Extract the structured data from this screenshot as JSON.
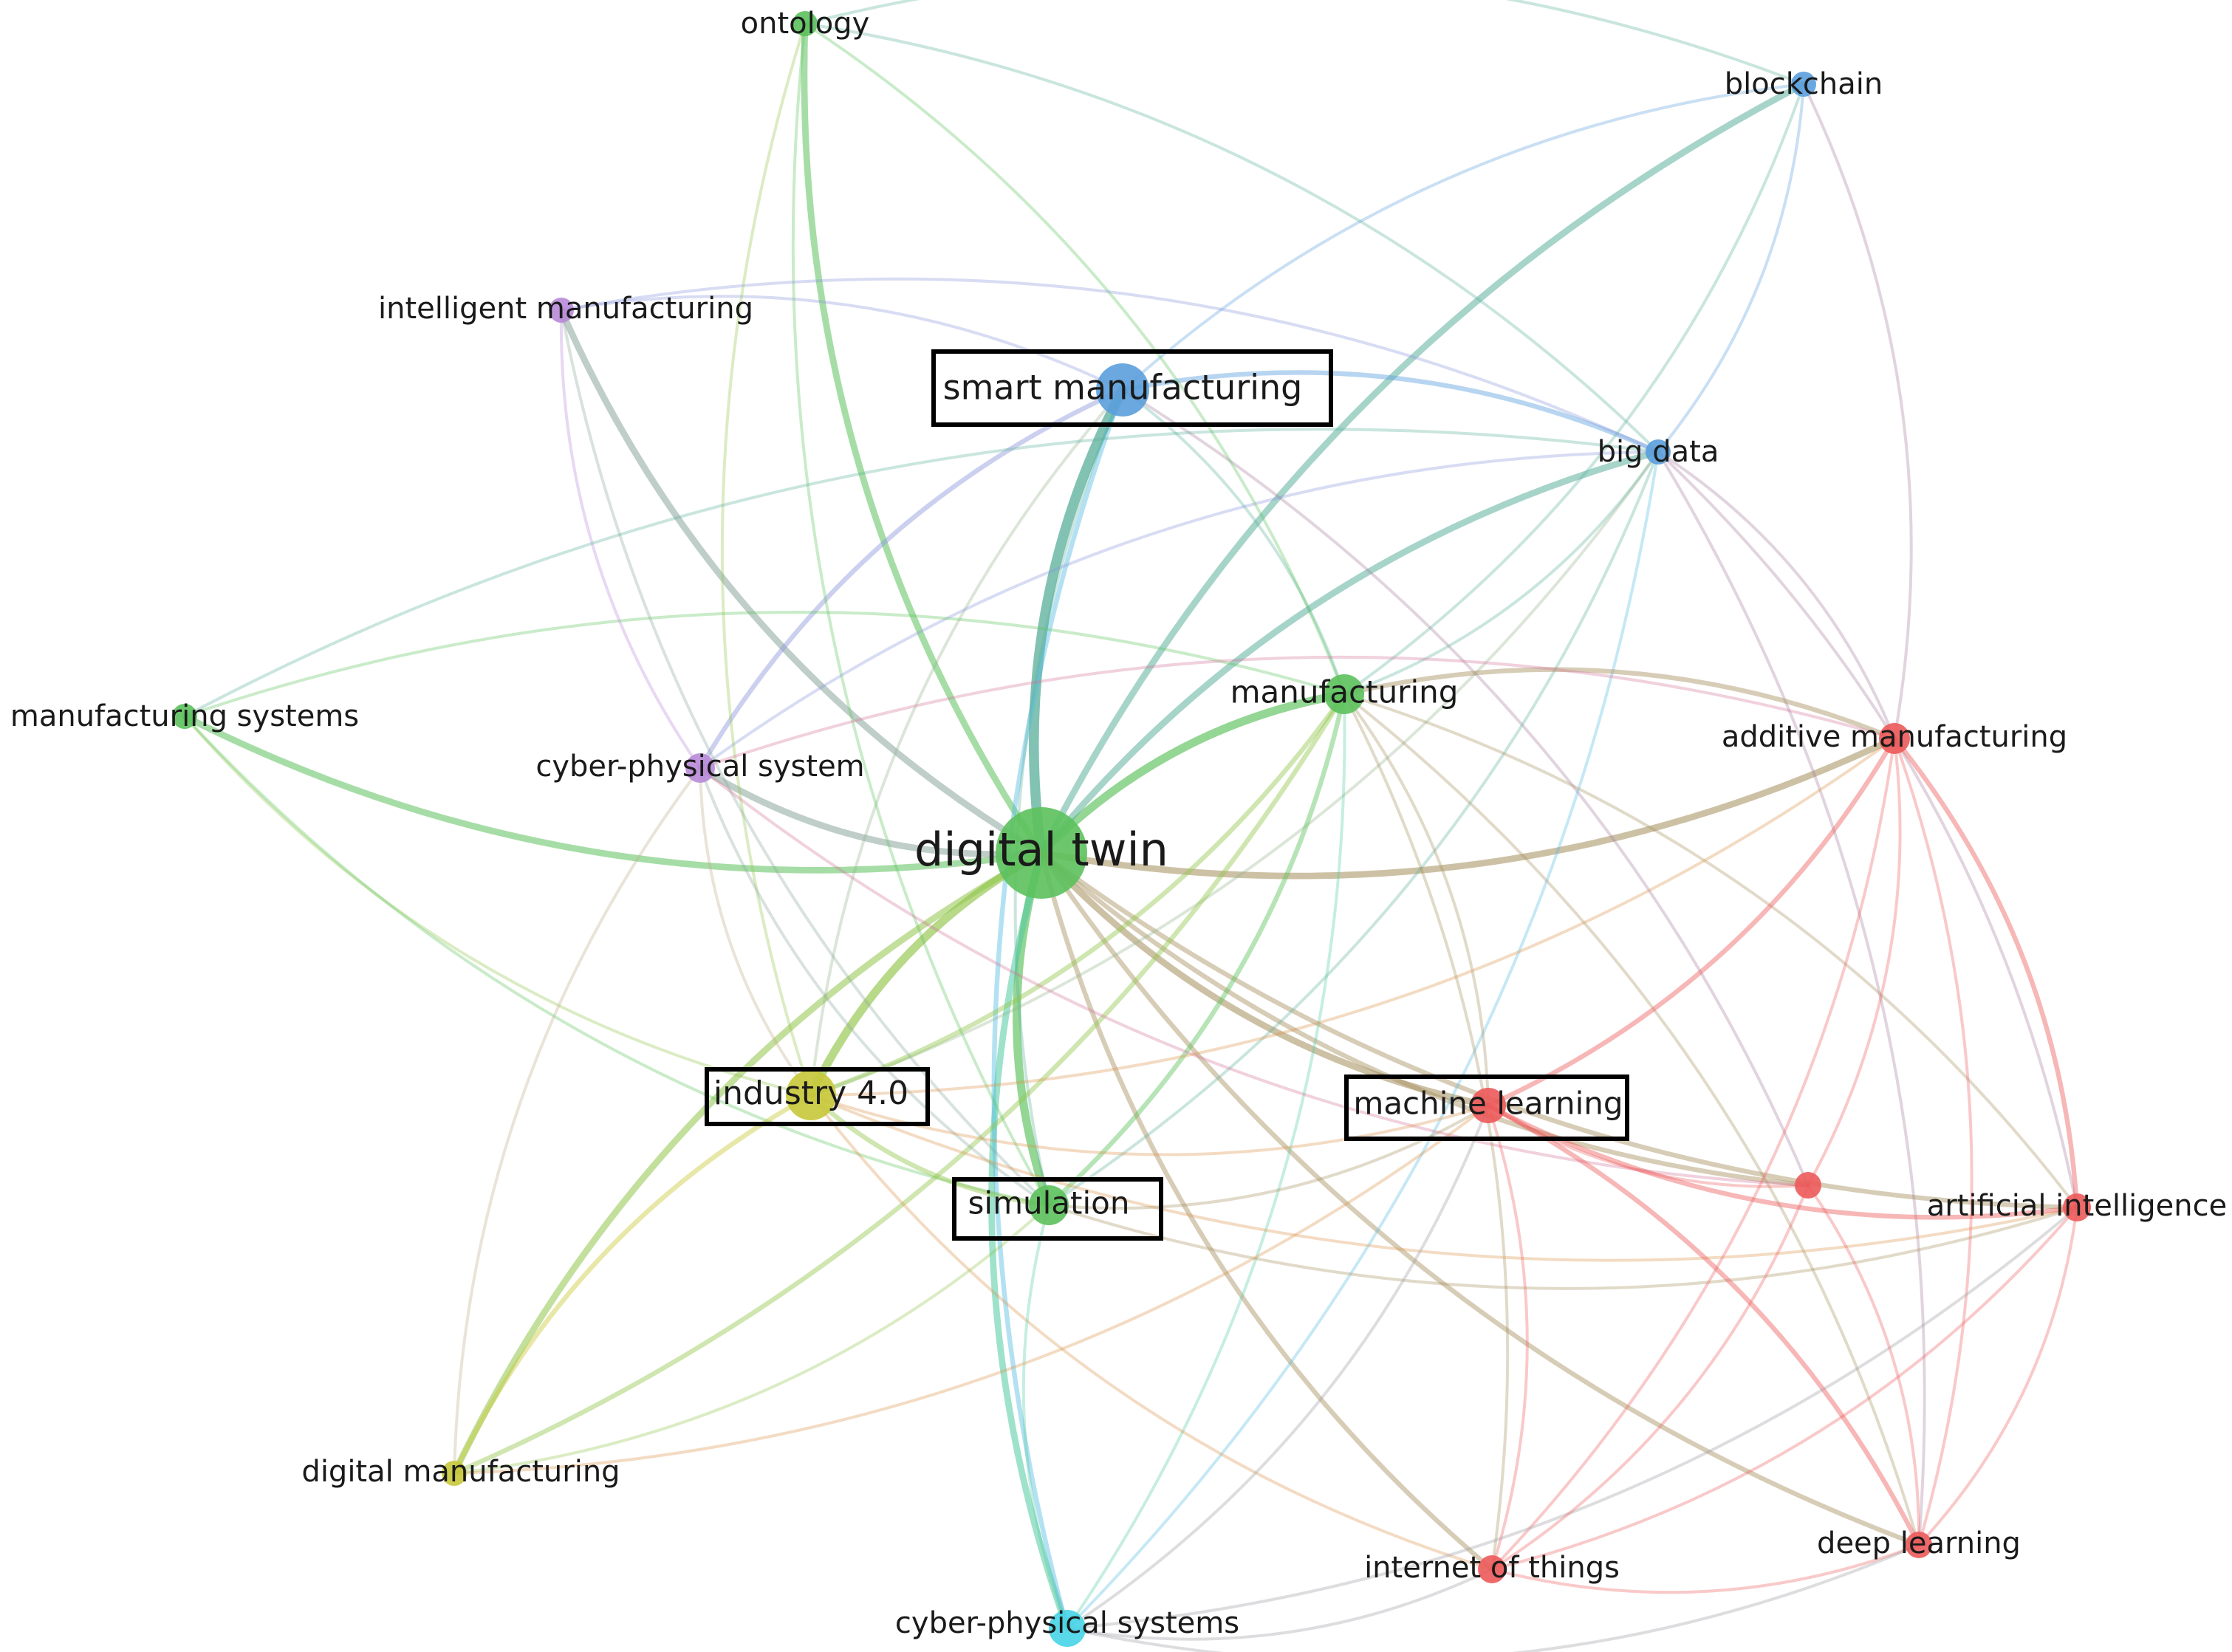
{
  "diagram": {
    "type": "keyword co-occurrence network",
    "highlighted": [
      "smart manufacturing",
      "industry 4.0",
      "machine learning",
      "simulation"
    ],
    "clusters": {
      "green": "#5cc15c",
      "blue": "#5b9fdc",
      "red": "#ec5a5a",
      "purple": "#b88ad8",
      "yellow": "#c8c83a",
      "cyan": "#46d4e6"
    },
    "nodes": [
      {
        "id": "digital-twin",
        "label": "digital twin",
        "cluster": "green",
        "weight": 10
      },
      {
        "id": "smart-manufacturing",
        "label": "smart manufacturing",
        "cluster": "blue",
        "weight": 5
      },
      {
        "id": "industry-4-0",
        "label": "industry 4.0",
        "cluster": "yellow",
        "weight": 5
      },
      {
        "id": "manufacturing",
        "label": "manufacturing",
        "cluster": "green",
        "weight": 4
      },
      {
        "id": "simulation",
        "label": "simulation",
        "cluster": "green",
        "weight": 4
      },
      {
        "id": "machine-learning",
        "label": "machine learning",
        "cluster": "red",
        "weight": 3
      },
      {
        "id": "ontology",
        "label": "ontology",
        "cluster": "green",
        "weight": 2
      },
      {
        "id": "blockchain",
        "label": "blockchain",
        "cluster": "blue",
        "weight": 2
      },
      {
        "id": "intelligent-manufacturing",
        "label": "intelligent manufacturing",
        "cluster": "purple",
        "weight": 2
      },
      {
        "id": "big-data",
        "label": "big data",
        "cluster": "blue",
        "weight": 2
      },
      {
        "id": "manufacturing-systems",
        "label": "manufacturing systems",
        "cluster": "green",
        "weight": 2
      },
      {
        "id": "cyber-physical-system",
        "label": "cyber-physical system",
        "cluster": "purple",
        "weight": 2
      },
      {
        "id": "additive-manufacturing",
        "label": "additive manufacturing",
        "cluster": "red",
        "weight": 3
      },
      {
        "id": "unlabeled-red",
        "label": "",
        "cluster": "red",
        "weight": 2
      },
      {
        "id": "artificial-intelligence",
        "label": "artificial intelligence",
        "cluster": "red",
        "weight": 2
      },
      {
        "id": "digital-manufacturing",
        "label": "digital manufacturing",
        "cluster": "yellow",
        "weight": 2
      },
      {
        "id": "internet-of-things",
        "label": "internet of things",
        "cluster": "red",
        "weight": 2
      },
      {
        "id": "deep-learning",
        "label": "deep learning",
        "cluster": "red",
        "weight": 2
      },
      {
        "id": "cyber-physical-systems",
        "label": "cyber-physical systems",
        "cluster": "cyan",
        "weight": 3
      }
    ],
    "edges": [
      {
        "source": "digital-twin",
        "target": "smart-manufacturing",
        "strength": 5
      },
      {
        "source": "digital-twin",
        "target": "manufacturing",
        "strength": 4
      },
      {
        "source": "digital-twin",
        "target": "industry-4-0",
        "strength": 4
      },
      {
        "source": "digital-twin",
        "target": "simulation",
        "strength": 4
      },
      {
        "source": "digital-twin",
        "target": "manufacturing-systems",
        "strength": 3
      },
      {
        "source": "digital-twin",
        "target": "ontology",
        "strength": 3
      },
      {
        "source": "digital-twin",
        "target": "blockchain",
        "strength": 3
      },
      {
        "source": "digital-twin",
        "target": "big-data",
        "strength": 3
      },
      {
        "source": "digital-twin",
        "target": "cyber-physical-system",
        "strength": 3
      },
      {
        "source": "digital-twin",
        "target": "intelligent-manufacturing",
        "strength": 3
      },
      {
        "source": "digital-twin",
        "target": "cyber-physical-systems",
        "strength": 3
      },
      {
        "source": "digital-twin",
        "target": "digital-manufacturing",
        "strength": 3
      },
      {
        "source": "digital-twin",
        "target": "machine-learning",
        "strength": 3
      },
      {
        "source": "digital-twin",
        "target": "additive-manufacturing",
        "strength": 3
      },
      {
        "source": "digital-twin",
        "target": "artificial-intelligence",
        "strength": 2
      },
      {
        "source": "digital-twin",
        "target": "deep-learning",
        "strength": 2
      },
      {
        "source": "digital-twin",
        "target": "internet-of-things",
        "strength": 2
      },
      {
        "source": "digital-twin",
        "target": "unlabeled-red",
        "strength": 2
      },
      {
        "source": "smart-manufacturing",
        "target": "big-data",
        "strength": 2
      },
      {
        "source": "smart-manufacturing",
        "target": "blockchain",
        "strength": 1
      },
      {
        "source": "smart-manufacturing",
        "target": "cyber-physical-systems",
        "strength": 2
      },
      {
        "source": "smart-manufacturing",
        "target": "cyber-physical-system",
        "strength": 2
      },
      {
        "source": "smart-manufacturing",
        "target": "manufacturing",
        "strength": 1
      },
      {
        "source": "smart-manufacturing",
        "target": "simulation",
        "strength": 1
      },
      {
        "source": "smart-manufacturing",
        "target": "unlabeled-red",
        "strength": 1
      },
      {
        "source": "smart-manufacturing",
        "target": "intelligent-manufacturing",
        "strength": 1
      },
      {
        "source": "smart-manufacturing",
        "target": "industry-4-0",
        "strength": 1
      },
      {
        "source": "blockchain",
        "target": "big-data",
        "strength": 1
      },
      {
        "source": "blockchain",
        "target": "manufacturing",
        "strength": 1
      },
      {
        "source": "blockchain",
        "target": "additive-manufacturing",
        "strength": 1
      },
      {
        "source": "big-data",
        "target": "manufacturing",
        "strength": 1
      },
      {
        "source": "big-data",
        "target": "industry-4-0",
        "strength": 1
      },
      {
        "source": "big-data",
        "target": "cyber-physical-system",
        "strength": 1
      },
      {
        "source": "big-data",
        "target": "additive-manufacturing",
        "strength": 1
      },
      {
        "source": "big-data",
        "target": "simulation",
        "strength": 1
      },
      {
        "source": "big-data",
        "target": "artificial-intelligence",
        "strength": 1
      },
      {
        "source": "big-data",
        "target": "cyber-physical-systems",
        "strength": 1
      },
      {
        "source": "big-data",
        "target": "deep-learning",
        "strength": 1
      },
      {
        "source": "manufacturing",
        "target": "simulation",
        "strength": 2
      },
      {
        "source": "manufacturing",
        "target": "industry-4-0",
        "strength": 2
      },
      {
        "source": "manufacturing",
        "target": "manufacturing-systems",
        "strength": 1
      },
      {
        "source": "manufacturing",
        "target": "ontology",
        "strength": 1
      },
      {
        "source": "manufacturing",
        "target": "cyber-physical-systems",
        "strength": 1
      },
      {
        "source": "manufacturing",
        "target": "digital-manufacturing",
        "strength": 2
      },
      {
        "source": "manufacturing",
        "target": "machine-learning",
        "strength": 1
      },
      {
        "source": "manufacturing",
        "target": "additive-manufacturing",
        "strength": 2
      },
      {
        "source": "manufacturing",
        "target": "internet-of-things",
        "strength": 1
      },
      {
        "source": "manufacturing",
        "target": "deep-learning",
        "strength": 1
      },
      {
        "source": "manufacturing",
        "target": "artificial-intelligence",
        "strength": 1
      },
      {
        "source": "ontology",
        "target": "simulation",
        "strength": 1
      },
      {
        "source": "ontology",
        "target": "blockchain",
        "strength": 1
      },
      {
        "source": "ontology",
        "target": "big-data",
        "strength": 1
      },
      {
        "source": "ontology",
        "target": "industry-4-0",
        "strength": 1
      },
      {
        "source": "intelligent-manufacturing",
        "target": "cyber-physical-system",
        "strength": 1
      },
      {
        "source": "intelligent-manufacturing",
        "target": "simulation",
        "strength": 1
      },
      {
        "source": "intelligent-manufacturing",
        "target": "big-data",
        "strength": 1
      },
      {
        "source": "manufacturing-systems",
        "target": "industry-4-0",
        "strength": 1
      },
      {
        "source": "manufacturing-systems",
        "target": "simulation",
        "strength": 1
      },
      {
        "source": "manufacturing-systems",
        "target": "big-data",
        "strength": 1
      },
      {
        "source": "cyber-physical-system",
        "target": "industry-4-0",
        "strength": 1
      },
      {
        "source": "cyber-physical-system",
        "target": "simulation",
        "strength": 1
      },
      {
        "source": "cyber-physical-system",
        "target": "additive-manufacturing",
        "strength": 1
      },
      {
        "source": "cyber-physical-system",
        "target": "unlabeled-red",
        "strength": 1
      },
      {
        "source": "industry-4-0",
        "target": "simulation",
        "strength": 2
      },
      {
        "source": "industry-4-0",
        "target": "digital-manufacturing",
        "strength": 2
      },
      {
        "source": "industry-4-0",
        "target": "machine-learning",
        "strength": 1
      },
      {
        "source": "industry-4-0",
        "target": "internet-of-things",
        "strength": 1
      },
      {
        "source": "industry-4-0",
        "target": "artificial-intelligence",
        "strength": 1
      },
      {
        "source": "industry-4-0",
        "target": "additive-manufacturing",
        "strength": 1
      },
      {
        "source": "simulation",
        "target": "cyber-physical-systems",
        "strength": 1
      },
      {
        "source": "simulation",
        "target": "digital-manufacturing",
        "strength": 1
      },
      {
        "source": "simulation",
        "target": "machine-learning",
        "strength": 1
      },
      {
        "source": "simulation",
        "target": "artificial-intelligence",
        "strength": 1
      },
      {
        "source": "machine-learning",
        "target": "additive-manufacturing",
        "strength": 2
      },
      {
        "source": "machine-learning",
        "target": "artificial-intelligence",
        "strength": 2
      },
      {
        "source": "machine-learning",
        "target": "deep-learning",
        "strength": 2
      },
      {
        "source": "machine-learning",
        "target": "internet-of-things",
        "strength": 1
      },
      {
        "source": "machine-learning",
        "target": "unlabeled-red",
        "strength": 1
      },
      {
        "source": "machine-learning",
        "target": "digital-manufacturing",
        "strength": 1
      },
      {
        "source": "machine-learning",
        "target": "cyber-physical-systems",
        "strength": 1
      },
      {
        "source": "additive-manufacturing",
        "target": "artificial-intelligence",
        "strength": 2
      },
      {
        "source": "additive-manufacturing",
        "target": "deep-learning",
        "strength": 1
      },
      {
        "source": "additive-manufacturing",
        "target": "internet-of-things",
        "strength": 1
      },
      {
        "source": "additive-manufacturing",
        "target": "unlabeled-red",
        "strength": 1
      },
      {
        "source": "artificial-intelligence",
        "target": "deep-learning",
        "strength": 1
      },
      {
        "source": "artificial-intelligence",
        "target": "internet-of-things",
        "strength": 1
      },
      {
        "source": "artificial-intelligence",
        "target": "cyber-physical-systems",
        "strength": 1
      },
      {
        "source": "unlabeled-red",
        "target": "deep-learning",
        "strength": 1
      },
      {
        "source": "unlabeled-red",
        "target": "internet-of-things",
        "strength": 1
      },
      {
        "source": "internet-of-things",
        "target": "deep-learning",
        "strength": 1
      },
      {
        "source": "internet-of-things",
        "target": "cyber-physical-systems",
        "strength": 1
      },
      {
        "source": "cyber-physical-systems",
        "target": "deep-learning",
        "strength": 1
      },
      {
        "source": "digital-manufacturing",
        "target": "cyber-physical-system",
        "strength": 1
      }
    ]
  }
}
